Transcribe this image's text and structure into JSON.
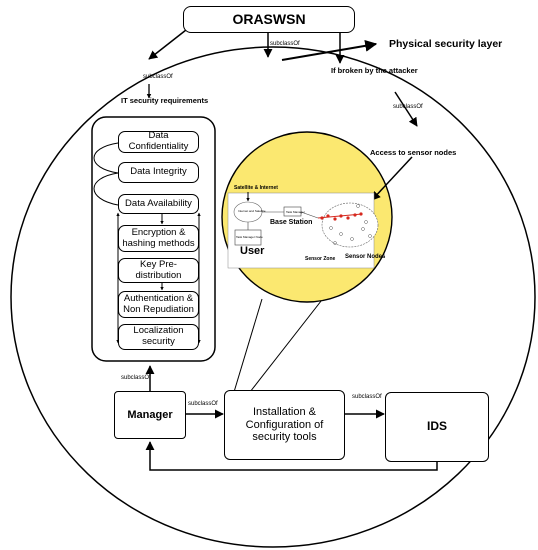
{
  "root": {
    "label": "ORASWSN"
  },
  "edges": {
    "subclass_of": "subclassOf",
    "it_requirements": "IT security requirements",
    "physical_layer": "Physical security layer",
    "broken": "If broken by the attacker",
    "access": "Access to sensor nodes"
  },
  "requirements": [
    "Data Confidentiality",
    "Data Integrity",
    "Data Availability",
    "Encryption & hashing methods",
    "Key Pre-distribution",
    "Authentication & Non Repudiation",
    "Localization security"
  ],
  "inset": {
    "satellite": "Satellite & Internet",
    "base_station": "Base Station",
    "user": "User",
    "sensor_zone": "Sensor Zone",
    "sensor_nodes": "Sensor Nodes",
    "node_a": "Internet and Satellite",
    "node_b": "Task Manager Node",
    "node_c": "Task Manager"
  },
  "bottom": {
    "manager": "Manager",
    "installation": "Installation & Configuration of security tools",
    "ids": "IDS"
  },
  "colors": {
    "zoom_fill": "#fbe870",
    "node_red": "#d6281e",
    "stroke": "#000000"
  }
}
